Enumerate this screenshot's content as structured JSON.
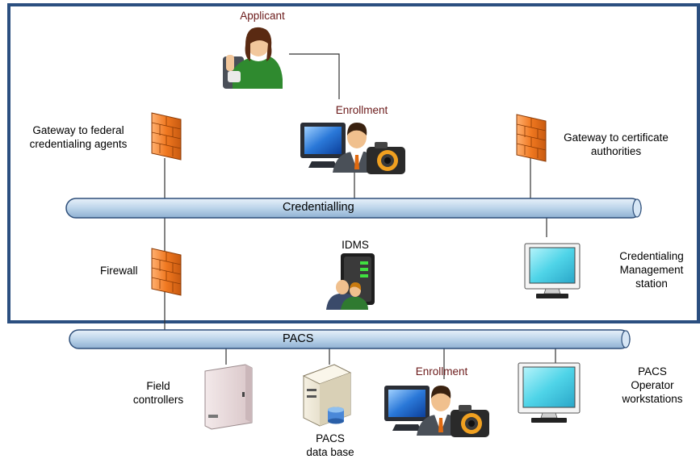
{
  "labels": {
    "applicant": "Applicant",
    "enrollment_top": "Enrollment",
    "gateway_federal_1": "Gateway to federal",
    "gateway_federal_2": "credentialing agents",
    "gateway_cert_1": "Gateway to certificate",
    "gateway_cert_2": "authorities",
    "credentialling_bus": "Credentialling",
    "idms": "IDMS",
    "firewall": "Firewall",
    "cms_1": "Credentialing",
    "cms_2": "Management",
    "cms_3": "station",
    "pacs_bus": "PACS",
    "field_1": "Field",
    "field_2": "controllers",
    "pacs_db_1": "PACS",
    "pacs_db_2": "data base",
    "enrollment_bottom": "Enrollment",
    "pacs_op_1": "PACS",
    "pacs_op_2": "Operator",
    "pacs_op_3": "workstations"
  },
  "icons": [
    "applicant-person-icon",
    "enrollment-workstation-icon",
    "firewall-icon",
    "server-icon",
    "monitor-icon",
    "controller-cabinet-icon",
    "database-server-icon",
    "camera-icon"
  ],
  "colors": {
    "frame": "#2b4f80",
    "bus_fill": "#bcd4ea",
    "bus_stroke": "#2e4f7a",
    "firewall": "#f07820",
    "label_red": "#6b1a1a",
    "screen": "#4fd4e8"
  }
}
